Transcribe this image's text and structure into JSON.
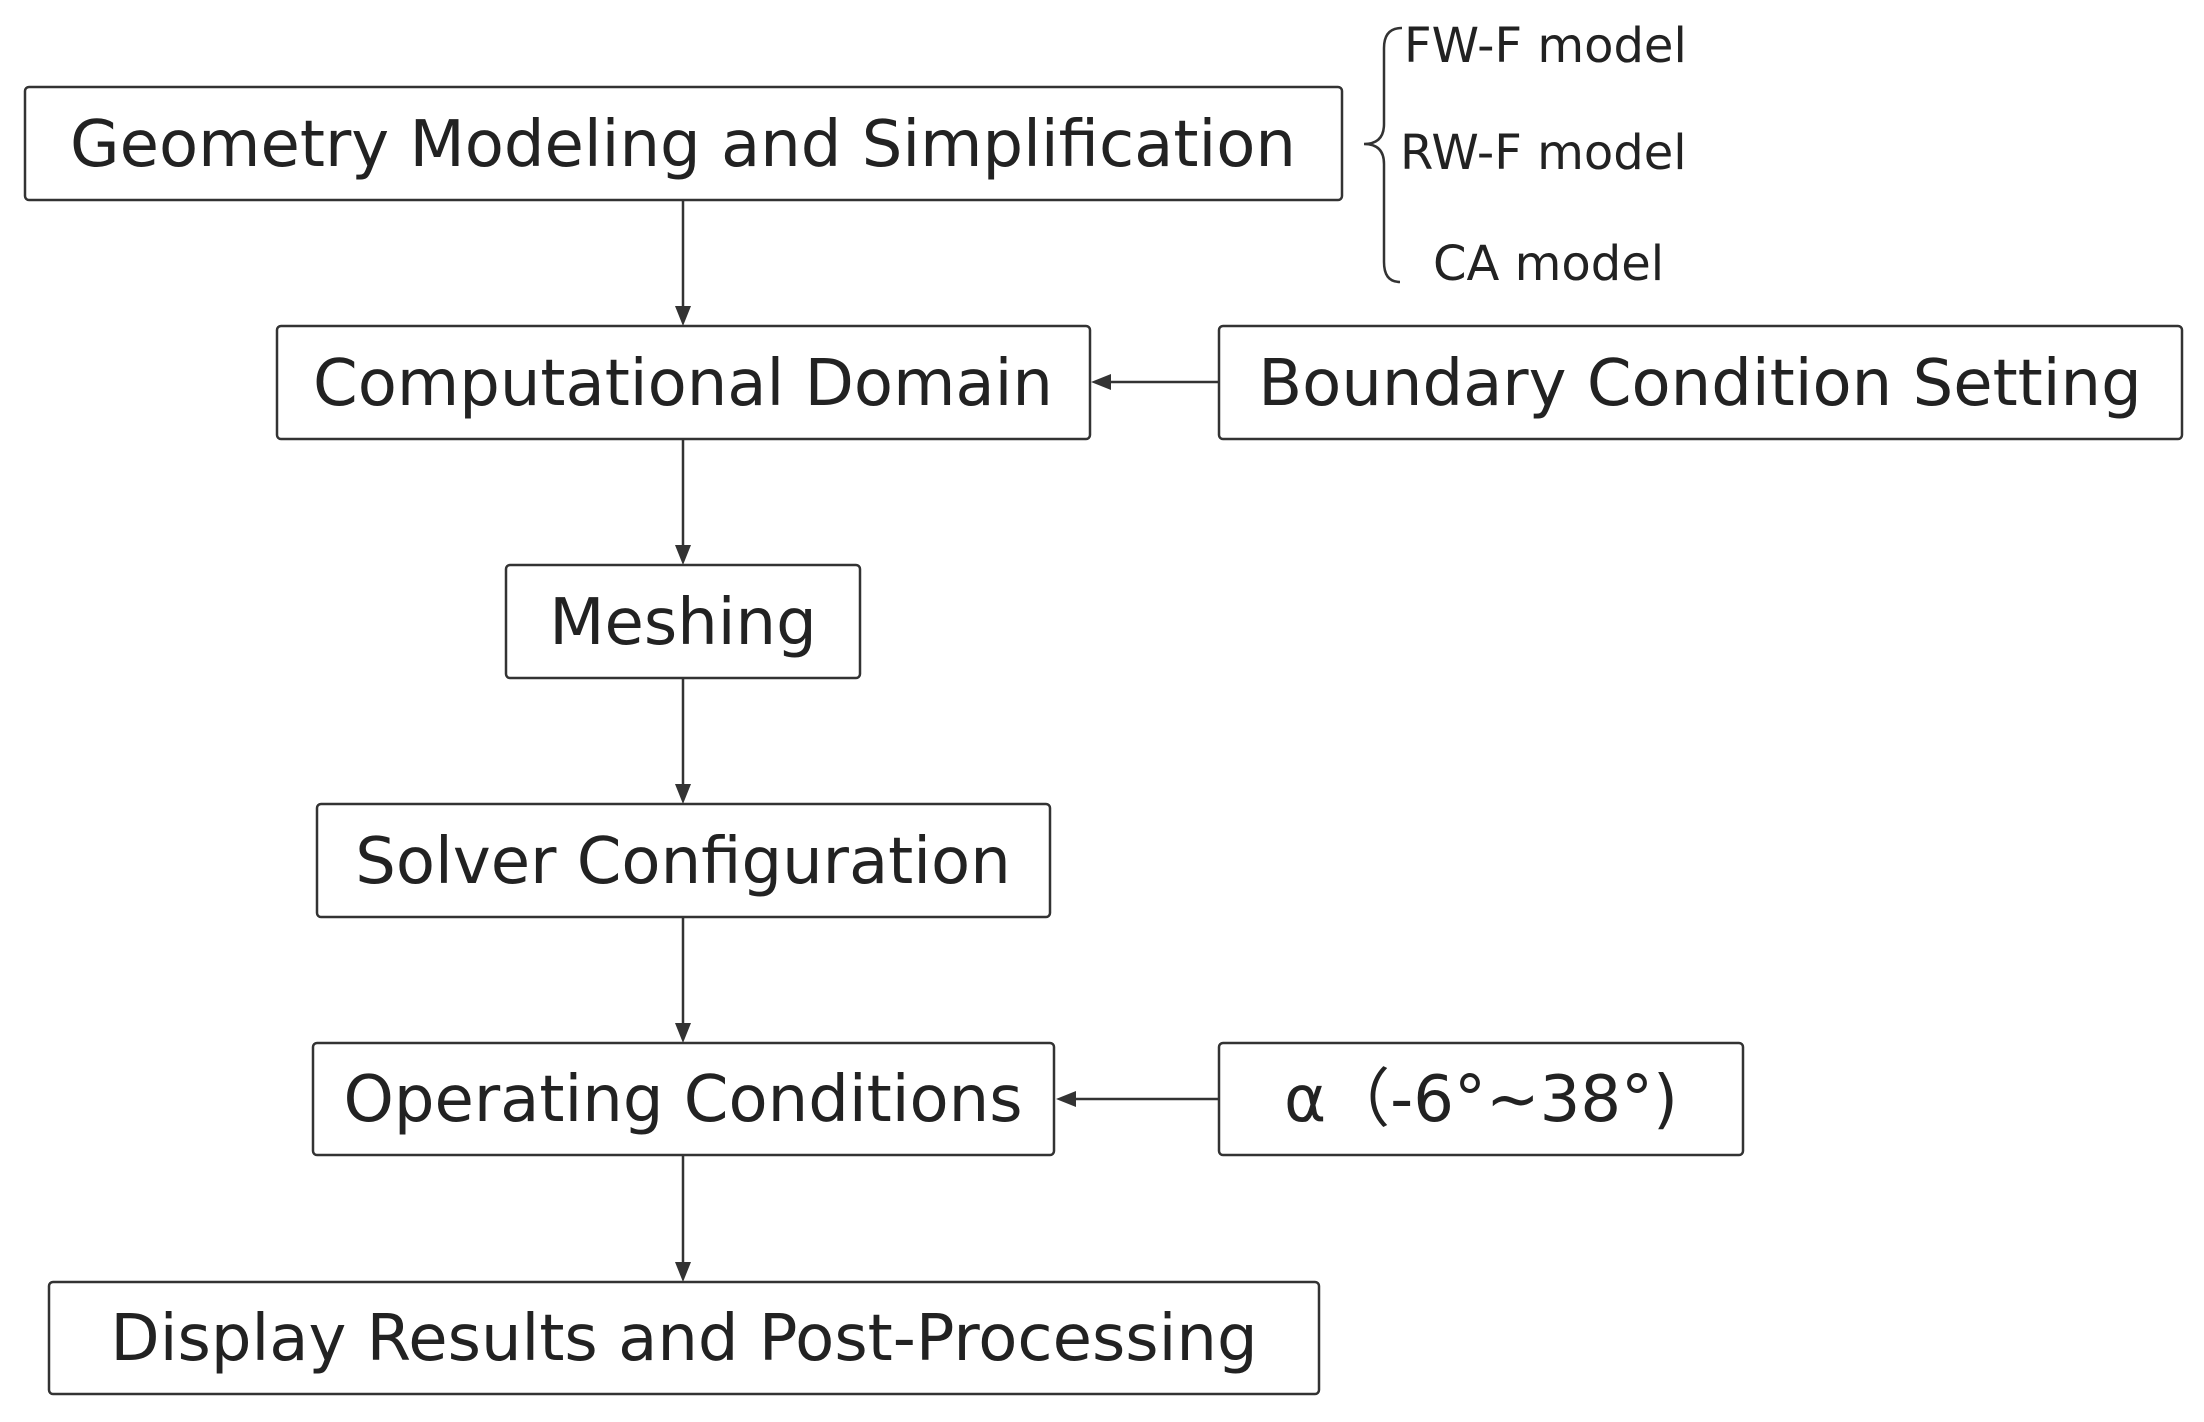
{
  "diagram": {
    "nodes": {
      "geometry": "Geometry Modeling and Simplification",
      "domain": "Computational Domain",
      "boundary": "Boundary Condition Setting",
      "meshing": "Meshing",
      "solver": "Solver Configuration",
      "operating": "Operating Conditions",
      "alpha": "α（-6°~38°)",
      "display": "Display Results and Post-Processing"
    },
    "models": [
      "FW-F model",
      "RW-F model",
      "CA model"
    ],
    "edges": [
      {
        "from": "geometry",
        "to": "domain"
      },
      {
        "from": "boundary",
        "to": "domain"
      },
      {
        "from": "domain",
        "to": "meshing"
      },
      {
        "from": "meshing",
        "to": "solver"
      },
      {
        "from": "solver",
        "to": "operating"
      },
      {
        "from": "alpha",
        "to": "operating"
      },
      {
        "from": "operating",
        "to": "display"
      }
    ]
  },
  "colors": {
    "line": "#333333",
    "text": "#222222",
    "background": "#ffffff"
  }
}
